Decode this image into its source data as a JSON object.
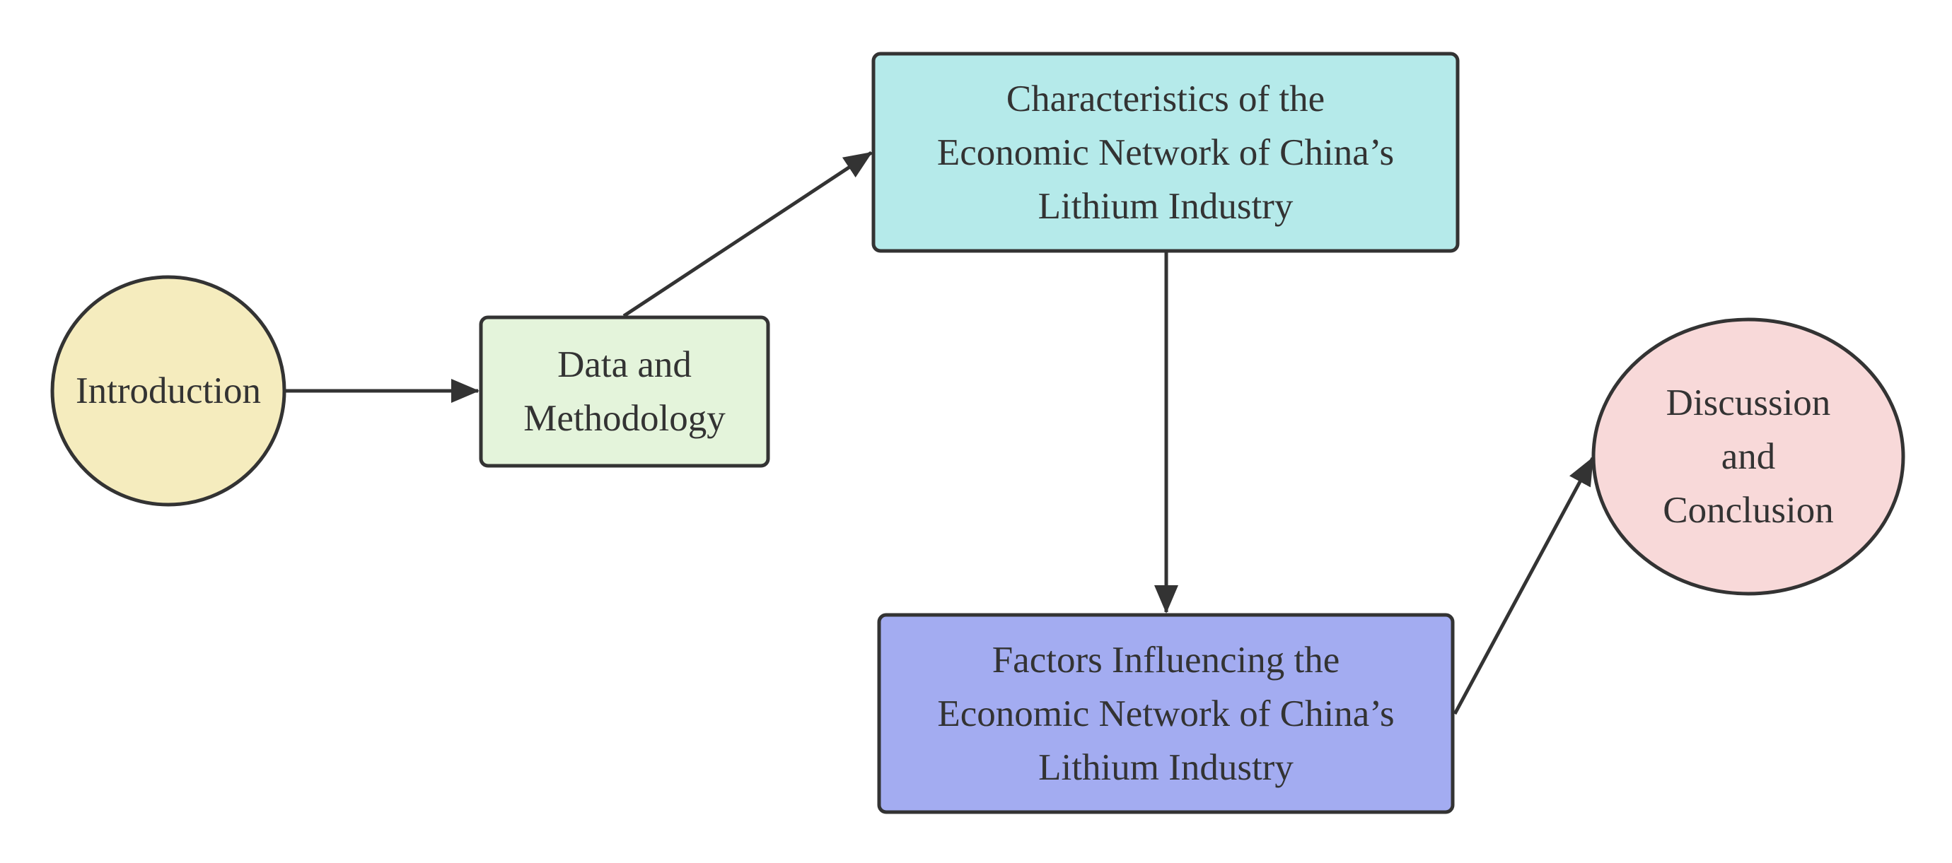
{
  "diagram": {
    "colors": {
      "stroke": "#333333",
      "text": "#333333",
      "introduction_fill": "#f5ecbe",
      "data_methodology_fill": "#e4f4db",
      "characteristics_fill": "#b5eaea",
      "factors_fill": "#a3acf1",
      "discussion_fill": "#f8d9d9"
    },
    "nodes": {
      "introduction": {
        "shape": "circle",
        "lines": [
          "Introduction"
        ]
      },
      "data_methodology": {
        "shape": "rounded-rectangle",
        "lines": [
          "Data and",
          "Methodology"
        ]
      },
      "characteristics": {
        "shape": "rounded-rectangle",
        "lines": [
          "Characteristics of the",
          "Economic Network of China’s",
          "Lithium Industry"
        ]
      },
      "factors": {
        "shape": "rounded-rectangle",
        "lines": [
          "Factors Influencing the",
          "Economic Network of China’s",
          "Lithium Industry"
        ]
      },
      "discussion": {
        "shape": "circle",
        "lines": [
          "Discussion",
          "and",
          "Conclusion"
        ]
      }
    },
    "edges": [
      {
        "from": "Introduction",
        "to": "Data and Methodology"
      },
      {
        "from": "Data and Methodology",
        "to": "Characteristics of the Economic Network of China’s Lithium Industry"
      },
      {
        "from": "Characteristics of the Economic Network of China’s Lithium Industry",
        "to": "Factors Influencing the Economic Network of China’s Lithium Industry"
      },
      {
        "from": "Factors Influencing the Economic Network of China’s Lithium Industry",
        "to": "Discussion and Conclusion"
      }
    ]
  }
}
